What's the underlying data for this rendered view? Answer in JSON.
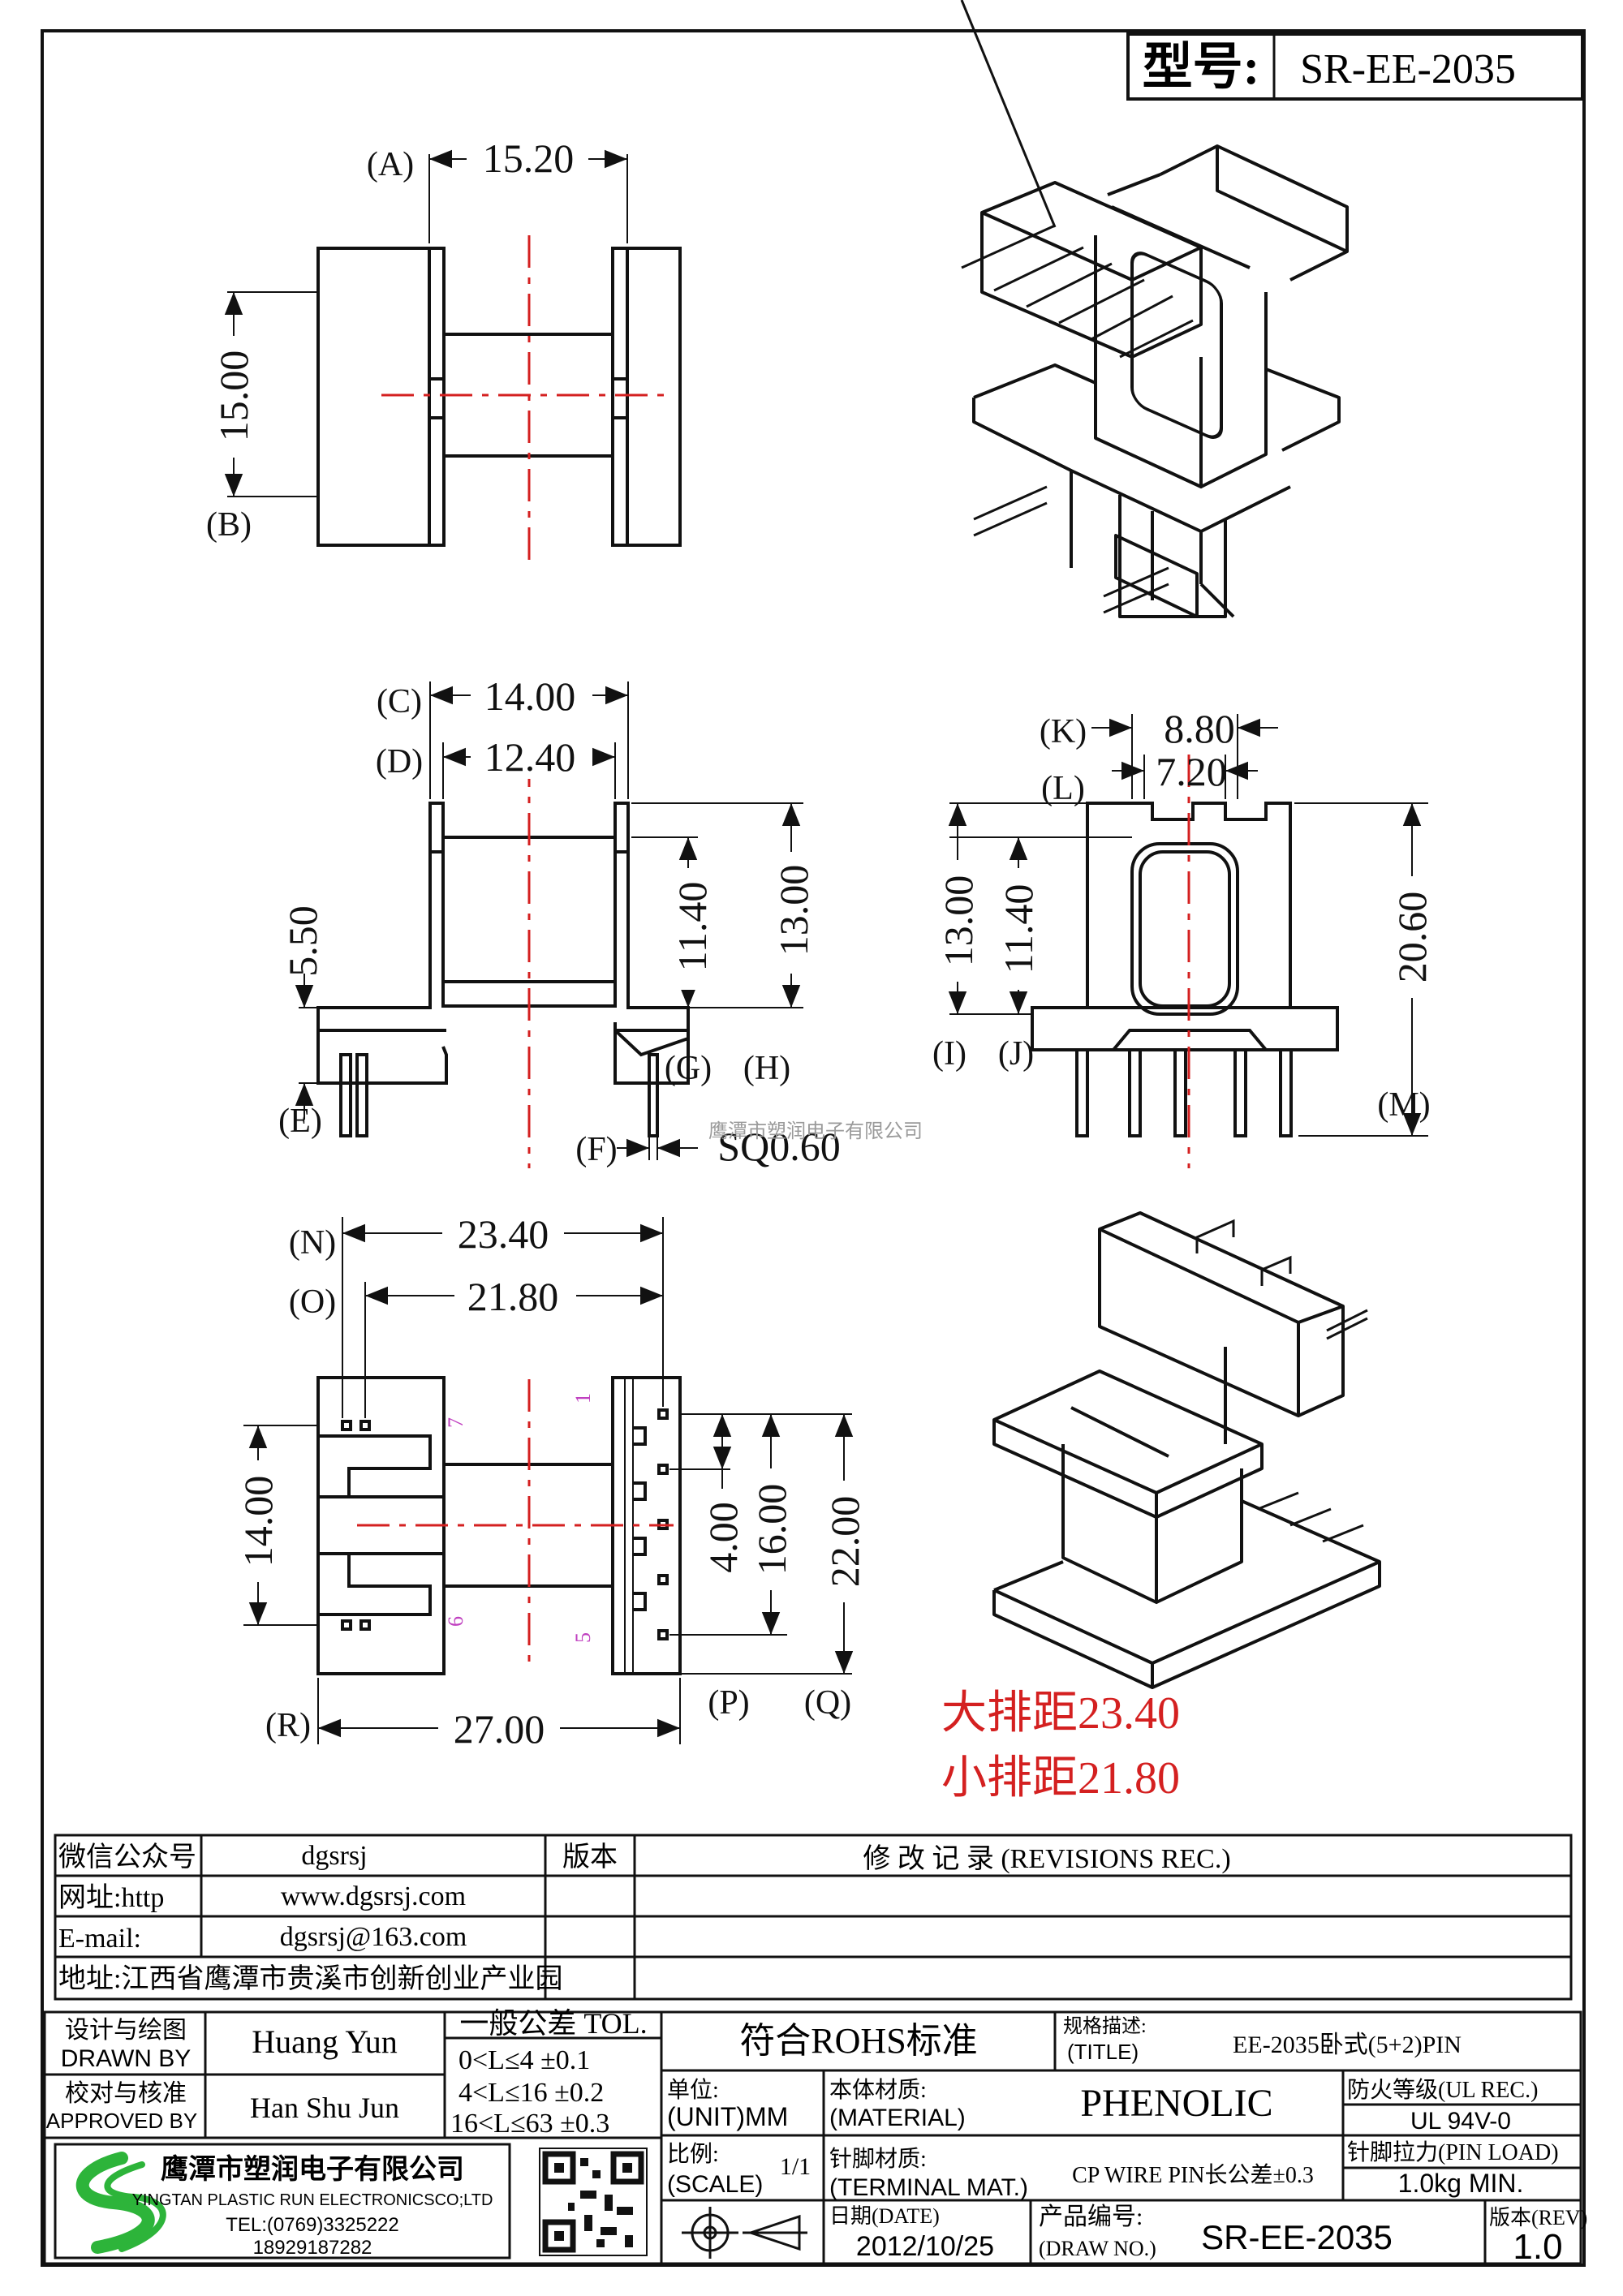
{
  "header": {
    "model_label": "型号:",
    "model_value": "SR-EE-2035"
  },
  "dimensions": {
    "A": "15.20",
    "B": "15.00",
    "C": "14.00",
    "D": "12.40",
    "E": "5.50",
    "F": "SQ0.60",
    "G": "11.40",
    "H": "13.00",
    "K": "8.80",
    "L": "7.20",
    "I": "13.00",
    "J": "11.40",
    "M": "20.60",
    "N": "23.40",
    "O": "21.80",
    "P": "4.00",
    "P2": "16.00",
    "Q": "22.00",
    "R": "27.00",
    "left14": "14.00"
  },
  "dim_labels": {
    "A": "(A)",
    "B": "(B)",
    "C": "(C)",
    "D": "(D)",
    "E": "(E)",
    "F": "(F)",
    "G": "(G)",
    "H": "(H)",
    "I": "(I)",
    "J": "(J)",
    "K": "(K)",
    "L": "(L)",
    "M": "(M)",
    "N": "(N)",
    "O": "(O)",
    "P": "(P)",
    "Q": "(Q)",
    "R": "(R)"
  },
  "pin_numbers": {
    "p1": "1",
    "p5": "5",
    "p6": "6",
    "p7": "7"
  },
  "watermark": "鹰潭市塑润电子有限公司",
  "pitch_notes": {
    "large": "大排距23.40",
    "small": "小排距21.80"
  },
  "contact": {
    "wechat_label": "微信公众号",
    "wechat_value": "dgsrsj",
    "web_label": "网址:http",
    "web_value": "www.dgsrsj.com",
    "email_label": "E-mail:",
    "email_value": "dgsrsj@163.com",
    "address": "地址:江西省鹰潭市贵溪市创新创业产业园"
  },
  "revision": {
    "version_label": "版本",
    "title": "修 改 记 录 (REVISIONS REC.)"
  },
  "titleblock": {
    "drawn_cn": "设计与绘图",
    "drawn_en": "DRAWN BY",
    "drawn_name": "Huang Yun",
    "approved_cn": "校对与核准",
    "approved_en": "APPROVED BY",
    "approved_name": "Han Shu Jun",
    "tol_title": "一般公差 TOL.",
    "tol1": "0<L≤4 ±0.1",
    "tol2": "4<L≤16 ±0.2",
    "tol3": "16<L≤63 ±0.3",
    "rohs": "符合ROHS标准",
    "spec_cn": "规格描述:",
    "spec_en": "(TITLE)",
    "spec_value": "EE-2035卧式(5+2)PIN",
    "unit_cn": "单位:",
    "unit_en": "(UNIT)MM",
    "material_cn": "本体材质:",
    "material_en": "(MATERIAL)",
    "material_value": "PHENOLIC",
    "fire_cn": "防火等级(UL REC.)",
    "fire_value": "UL 94V-0",
    "scale_cn": "比例:",
    "scale_en": "(SCALE)",
    "scale_value": "1/1",
    "terminal_cn": "针脚材质:",
    "terminal_en": "(TERMINAL MAT.)",
    "terminal_value": "CP WIRE  PIN长公差±0.3",
    "pinload_cn": "针脚拉力(PIN LOAD)",
    "pinload_value": "1.0kg MIN.",
    "date_cn": "日期(DATE)",
    "date_value": "2012/10/25",
    "drawno_cn": "产品编号:",
    "drawno_en": "(DRAW NO.)",
    "drawno_value": "SR-EE-2035",
    "rev_cn": "版本(REV)",
    "rev_value": "1.0",
    "company_cn": "鹰潭市塑润电子有限公司",
    "company_en": "YINGTAN PLASTIC RUN ELECTRONICSCO;LTD",
    "tel": "TEL:(0769)3325222",
    "mobile": "18929187282"
  },
  "colors": {
    "centerline": "#d42020",
    "pitch": "#d42020",
    "pin": "#c040c0",
    "logo": "#2db43a"
  },
  "icons": [
    "qr-code-icon",
    "company-logo-icon",
    "projection-symbol-icon"
  ]
}
